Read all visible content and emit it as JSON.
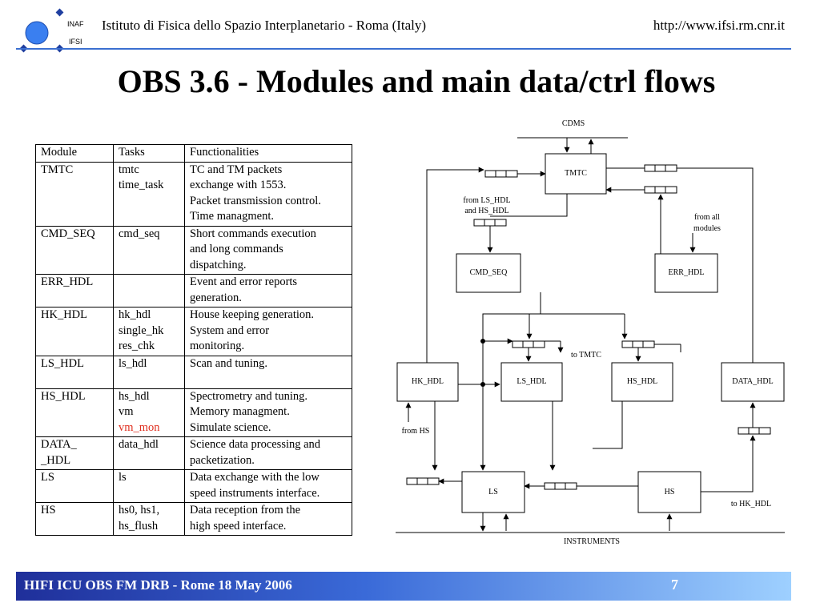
{
  "header": {
    "logo_top": "INAF",
    "logo_bottom": "IFSI",
    "institute": "Istituto di Fisica dello Spazio Interplanetario - Roma (Italy)",
    "url": "http://www.ifsi.rm.cnr.it"
  },
  "title": "OBS 3.6 - Modules and main data/ctrl flows",
  "table": {
    "headers": [
      "Module",
      "Tasks",
      "Functionalities"
    ],
    "rows": [
      {
        "module": [
          "TMTC"
        ],
        "tasks": [
          "tmtc",
          "time_task"
        ],
        "func": [
          "TC and TM packets",
          "exchange with 1553.",
          "Packet transmission control.",
          "Time managment."
        ]
      },
      {
        "module": [
          "CMD_SEQ"
        ],
        "tasks": [
          "cmd_seq"
        ],
        "func": [
          "Short commands execution",
          "and long commands",
          "dispatching."
        ]
      },
      {
        "module": [
          "ERR_HDL"
        ],
        "tasks": [],
        "func": [
          "Event and error reports",
          "generation."
        ]
      },
      {
        "module": [
          "HK_HDL"
        ],
        "tasks": [
          "hk_hdl",
          "single_hk",
          "res_chk"
        ],
        "func": [
          "House keeping generation.",
          "System and error",
          "monitoring."
        ]
      },
      {
        "module": [
          "LS_HDL"
        ],
        "tasks": [
          "ls_hdl"
        ],
        "func": [
          "Scan and tuning.",
          ""
        ]
      },
      {
        "module": [
          "HS_HDL"
        ],
        "tasks": [
          "hs_hdl",
          "vm",
          "vm_mon"
        ],
        "func": [
          "Spectrometry and tuning.",
          "Memory managment.",
          "Simulate science."
        ]
      },
      {
        "module": [
          "DATA_",
          "_HDL"
        ],
        "tasks": [
          "data_hdl"
        ],
        "func": [
          "Science data processing and",
          "packetization."
        ]
      },
      {
        "module": [
          "LS"
        ],
        "tasks": [
          "ls"
        ],
        "func": [
          "Data exchange with the low",
          "speed instruments interface."
        ]
      },
      {
        "module": [
          "HS"
        ],
        "tasks": [
          "hs0, hs1,",
          "hs_flush"
        ],
        "func": [
          "Data reception from the",
          "high speed  interface."
        ]
      }
    ],
    "highlight_task": "vm_mon",
    "highlight_color": "#e03020"
  },
  "diagram": {
    "cdms": "CDMS",
    "instruments": "INSTRUMENTS",
    "tmtc": "TMTC",
    "cmd_seq": "CMD_SEQ",
    "err_hdl": "ERR_HDL",
    "hk_hdl": "HK_HDL",
    "ls_hdl": "LS_HDL",
    "hs_hdl": "HS_HDL",
    "data_hdl": "DATA_HDL",
    "ls": "LS",
    "hs": "HS",
    "from_ls_hs_1": "from LS_HDL",
    "from_ls_hs_2": "and HS_HDL",
    "from_all_1": "from all",
    "from_all_2": "modules",
    "to_tmtc": "to TMTC",
    "from_hs": "from HS",
    "to_hk_hdl": "to HK_HDL"
  },
  "footer": {
    "text": "HIFI ICU OBS FM DRB - Rome 18 May 2006",
    "page": "7"
  },
  "colors": {
    "accent_blue": "#3b6fd0",
    "footer_dark": "#1f2f9a",
    "footer_light": "#9ed0ff"
  }
}
